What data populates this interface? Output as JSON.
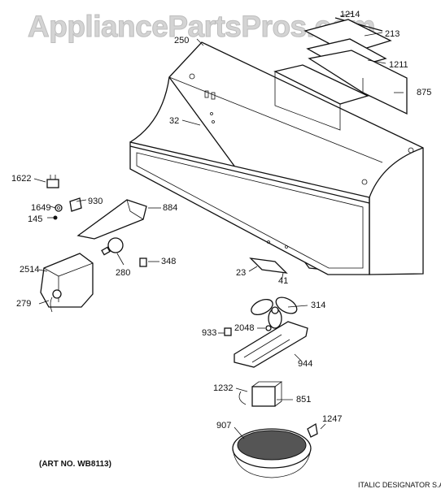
{
  "watermark": "AppliancePartsPros.com",
  "art_number": "(ART NO. WB8113)",
  "bottom_cut_text": "ITALIC DESIGNATOR S.A",
  "callouts": {
    "p1214": "1214",
    "p213": "213",
    "p1211": "1211",
    "p875": "875",
    "p250": "250",
    "p32": "32",
    "p1622": "1622",
    "p1649": "1649",
    "p930": "930",
    "p145": "145",
    "p884": "884",
    "p2514": "2514",
    "p280": "280",
    "p348": "348",
    "p279": "279",
    "p23": "23",
    "p41": "41",
    "p314": "314",
    "p933": "933",
    "p2048": "2048",
    "p944": "944",
    "p1232": "1232",
    "p851": "851",
    "p1247": "1247",
    "p907": "907"
  }
}
